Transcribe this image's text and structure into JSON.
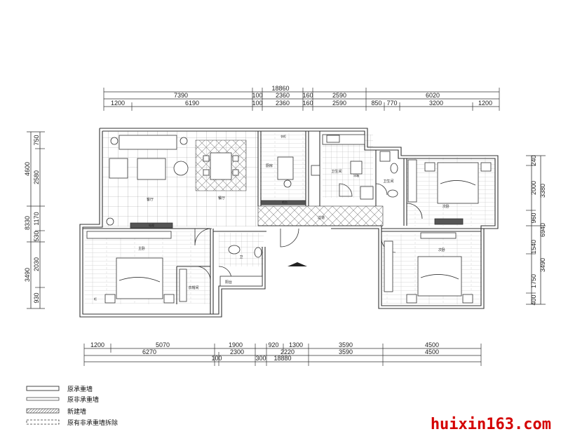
{
  "dimensions": {
    "top": {
      "overall": "18860",
      "row1": [
        "7390",
        "100",
        "2360",
        "160",
        "2590",
        "6020"
      ],
      "row2": [
        "1200",
        "6190",
        "100",
        "2360",
        "160",
        "2590",
        "850",
        "770",
        "3200",
        "1200"
      ]
    },
    "bottom": {
      "row1": [
        "1200",
        "5070",
        "1900",
        "920",
        "1300",
        "3590",
        "4500"
      ],
      "row2": [
        "6270",
        "2300",
        "2220",
        "3590",
        "4500"
      ],
      "row3": [
        "100",
        "300",
        "18880"
      ]
    },
    "left": {
      "outer": [
        "4600",
        "8330",
        "3490"
      ],
      "inner": [
        "750",
        "2580",
        "1170",
        "530",
        "2030",
        "930"
      ]
    },
    "right": {
      "inner": [
        "240",
        "2000",
        "960",
        "1540",
        "1750",
        "400"
      ],
      "outer": [
        "3380",
        "3490",
        "6940"
      ]
    }
  },
  "rooms": {
    "living": "客厅",
    "dining": "餐厅",
    "kitchen": "厨房",
    "bath1": "卫生间",
    "bath2": "卫生间",
    "corridor": "过道",
    "master_bedroom": "主卧",
    "bedroom_right_top": "次卧",
    "bedroom_right_bottom": "次卧",
    "balcony": "阳台",
    "cloakroom": "衣帽间",
    "bath_small": "卫"
  },
  "furniture_labels": {
    "tv": "电视",
    "wardrobe": "衣柜",
    "counter": "吧台",
    "fridge": "冰箱",
    "cabinet": "柜"
  },
  "legend": [
    {
      "label": "原承重墙",
      "style": "double"
    },
    {
      "label": "原非承重墙",
      "style": "thin"
    },
    {
      "label": "新建墙",
      "style": "hatched"
    },
    {
      "label": "原有非承重墙拆除",
      "style": "dashed"
    }
  ],
  "watermark": "huixin163.com",
  "colors": {
    "line": "#333333",
    "watermark": "#d40000"
  }
}
